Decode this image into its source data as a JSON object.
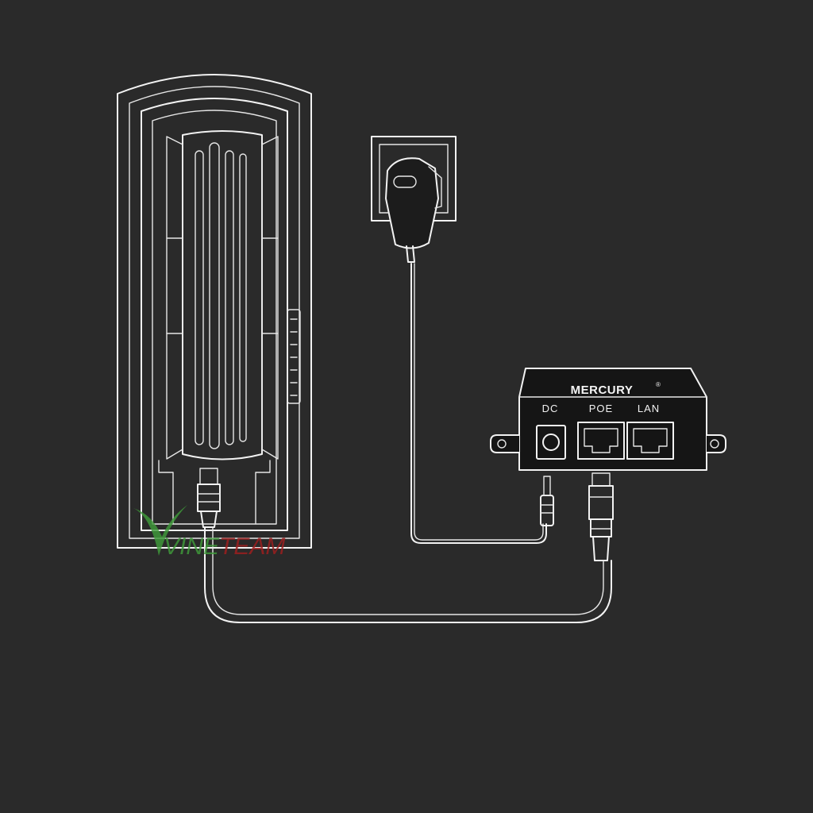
{
  "injector": {
    "brand": "MERCURY",
    "brand_mark": "®",
    "ports": {
      "dc": "DC",
      "poe": "POE",
      "lan": "LAN"
    }
  },
  "colors": {
    "background": "#2a2a2a",
    "line": "#f2f2f2"
  },
  "watermark": {
    "text": "VINETEAM",
    "colors": [
      "#3f9b3a",
      "#a01e1e"
    ]
  }
}
